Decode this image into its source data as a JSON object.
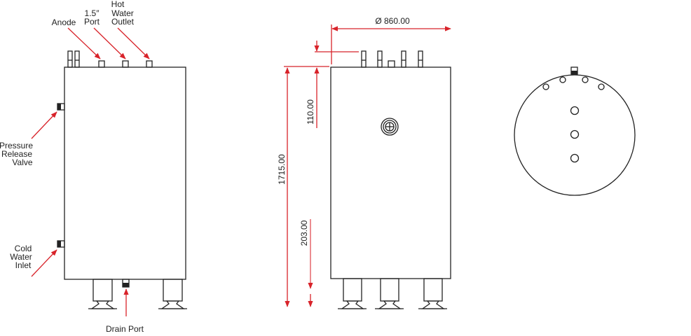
{
  "labels": {
    "anode": "Anode",
    "port_1": "1.5″",
    "port_2": "Port",
    "hot_1": "Hot",
    "hot_2": "Water",
    "hot_3": "Outlet",
    "pressure_1": "Pressure",
    "pressure_2": "Release",
    "pressure_3": "Valve",
    "cold_1": "Cold",
    "cold_2": "Water",
    "cold_3": "Inlet",
    "drain": "Drain Port"
  },
  "dimensions": {
    "diameter": "Ø 860.00",
    "height": "1715.00",
    "top_offset": "110.00",
    "foot_height": "203.00"
  },
  "colors": {
    "dimension": "#d8232a",
    "line": "#222222"
  }
}
